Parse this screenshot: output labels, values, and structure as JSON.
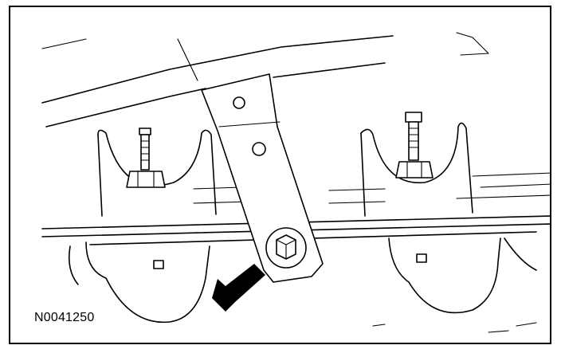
{
  "figure": {
    "reference_number": "N0041250"
  },
  "parts": [
    {
      "name": "retaining-bracket"
    },
    {
      "name": "bracket-bolt"
    },
    {
      "name": "cylinder-head-stud"
    },
    {
      "name": "camshaft-cap"
    }
  ],
  "callout": {
    "icon": "arrow-icon",
    "color": "#000000"
  }
}
